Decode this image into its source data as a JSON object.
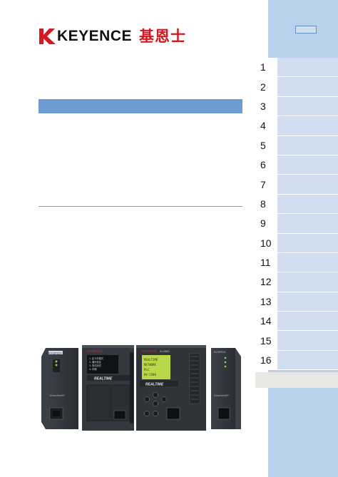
{
  "brand": {
    "logo_text": "KEYENCE",
    "logo_cjk": "基恩士",
    "accent_color": "#d4181f"
  },
  "title_bar_color": "#6e9bd2",
  "sidebar": {
    "color": "#b9d1ec",
    "tabs": [
      {
        "label": "1"
      },
      {
        "label": "2"
      },
      {
        "label": "3"
      },
      {
        "label": "4"
      },
      {
        "label": "5"
      },
      {
        "label": "6"
      },
      {
        "label": "7"
      },
      {
        "label": "8"
      },
      {
        "label": "9"
      },
      {
        "label": "10"
      },
      {
        "label": "11"
      },
      {
        "label": "12"
      },
      {
        "label": "13"
      },
      {
        "label": "14"
      },
      {
        "label": "15"
      },
      {
        "label": "16"
      }
    ]
  },
  "products": {
    "left_module_label": "KV-EP21V",
    "cpu_logo": "KEYENCE",
    "cpu_banner": "REALTIME",
    "cpu_menu": [
      "1. 定义件程式",
      "2. 通讯设定",
      "3. 事件测试",
      "4. 存储"
    ],
    "plc_logo": "KEYENCE",
    "plc_model": "KV-5500",
    "plc_banner": "REALTIME",
    "plc_screen": [
      "REALTIME",
      "NETWORK",
      "PLC",
      "KV-5500"
    ],
    "right_module_label": "KV-EP21V"
  }
}
